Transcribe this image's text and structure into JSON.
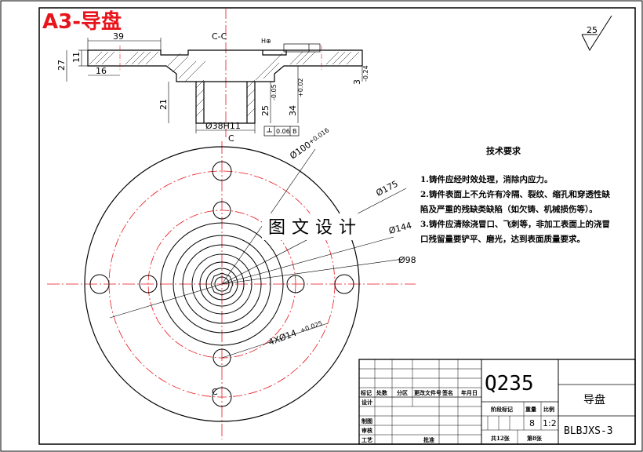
{
  "drawing_title": "A3-导盘",
  "section_label": "C-C",
  "section_mark": "C",
  "roughness": "25",
  "section_view": {
    "dims": {
      "d39": "39",
      "d11": "11",
      "d27": "27",
      "d16": "16",
      "d21": "21",
      "bore": "Ø38H11",
      "d25": "25",
      "d25_tol": "-0.05",
      "d34": "34",
      "d34_tol": "+0.02",
      "d3": "3",
      "d3_tol": "-0.24",
      "flatness": "0.06",
      "datum": "B",
      "hole_tol": "H⊕"
    }
  },
  "plan_view": {
    "dims": {
      "d100": "Ø100",
      "d100_tol": "+0.016",
      "d175": "Ø175",
      "d144": "Ø144",
      "d98": "Ø98",
      "holes": "4XØ14",
      "holes_tol": "+0.025"
    }
  },
  "watermark": "图文设计",
  "tech_requirements": {
    "title": "技术要求",
    "lines": [
      "1.铸件应经时效处理，消除内应力。",
      "2.铸件表面上不允许有冷隔、裂纹、缩孔和穿透性缺",
      "陷及严重的残缺类缺陷（如欠铸、机械损伤等）。",
      "3.铸件应清除浇冒口、飞刺等，非加工表面上的浇冒",
      "口残留量要铲平、磨光，达到表面质量要求。"
    ]
  },
  "title_block": {
    "material": "Q235",
    "part_name": "导盘",
    "drawing_no": "BLBJXS-3",
    "headers": [
      "标记",
      "处数",
      "分区",
      "更改文件号",
      "签名",
      "年月日"
    ],
    "rows": [
      "设计",
      "制图",
      "审核",
      "工艺"
    ],
    "stage_label": "阶段标记",
    "weight_label": "重量",
    "scale_label": "比例",
    "weight": "8",
    "scale": "1:2",
    "approve": "批准",
    "sheets_total": "共12张",
    "sheet_no": "第8张"
  }
}
